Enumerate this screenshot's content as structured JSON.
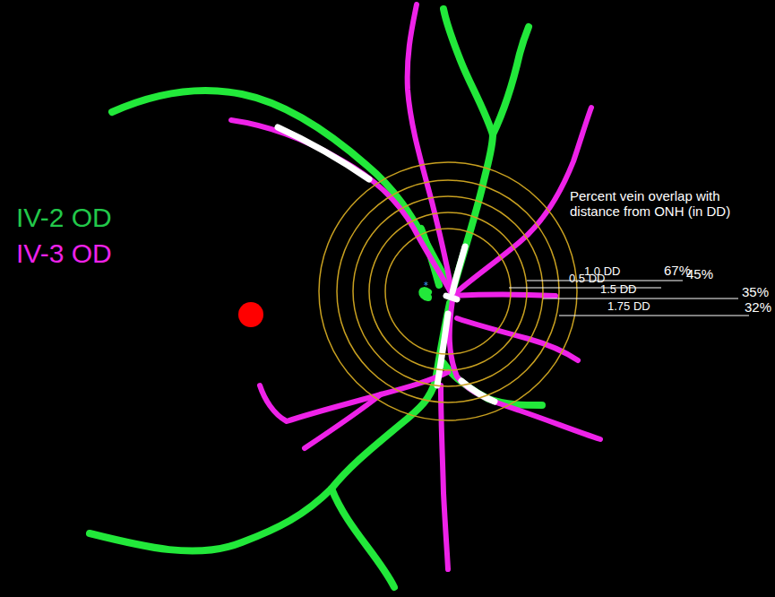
{
  "diagram": {
    "labels": [
      "IV-2 OD",
      "IV-3 OD",
      "Percent vein overlap with distance from ONH (in DD)",
      "0.5 DD",
      "67%",
      "1.0 DD",
      "45%",
      "1.5 DD",
      "35%",
      "1.75 DD",
      "32%"
    ]
  }
}
